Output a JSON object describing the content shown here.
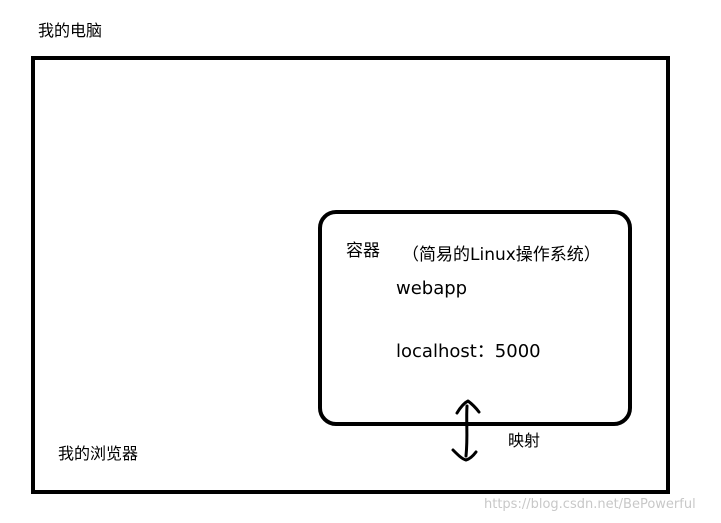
{
  "computer": {
    "label": "我的电脑"
  },
  "browser": {
    "label": "我的浏览器"
  },
  "container": {
    "label": "容器",
    "description": "（简易的Linux操作系统）",
    "app": "webapp",
    "address": "localhost：5000"
  },
  "mapping": {
    "label": "映射"
  },
  "watermark": "https://blog.csdn.net/BePowerful",
  "colors": {
    "stroke": "#000000",
    "watermark": "#c8c8c8",
    "background": "#ffffff"
  }
}
